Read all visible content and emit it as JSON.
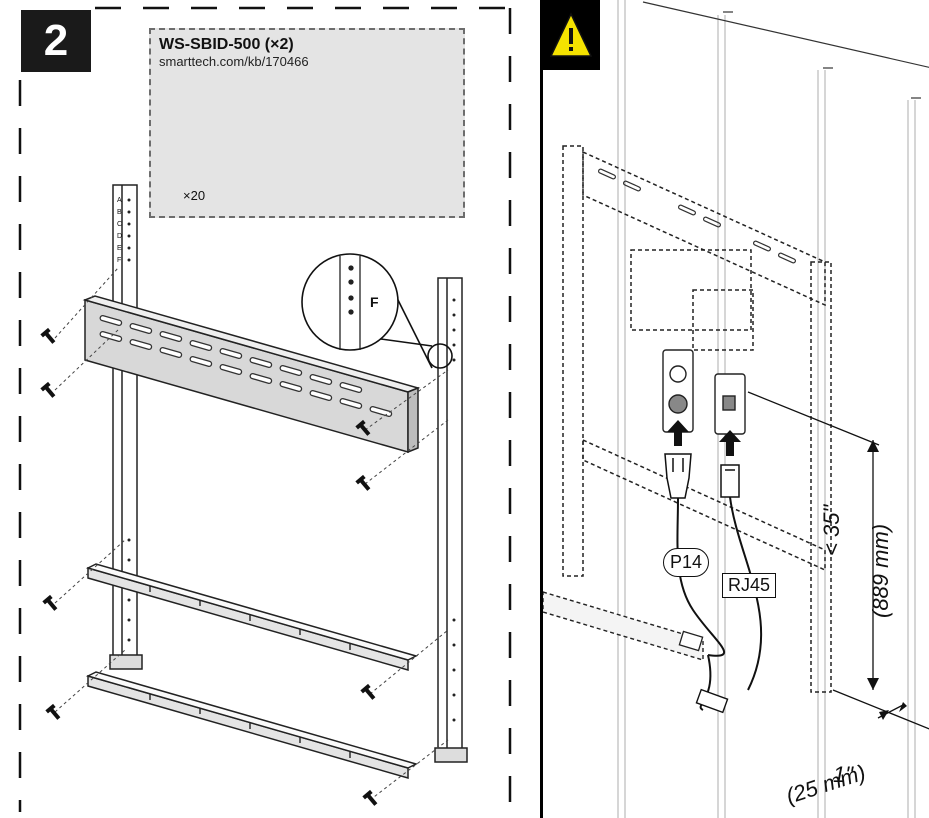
{
  "step": {
    "number": "2"
  },
  "kit": {
    "title": "WS-SBID-500 (×2)",
    "url": "smarttech.com/kb/170466",
    "screw_count": "×20"
  },
  "warning": {
    "icon": "warning-icon",
    "color": "#f5e200"
  },
  "labels": {
    "rail_marker": "F",
    "power_cable": "P14",
    "network_cable": "RJ45",
    "height_imperial": "< 35\"",
    "height_metric": "(889 mm)",
    "gap_imperial": "1\"",
    "gap_metric": "(25 mm)"
  },
  "rail_letters": [
    "A",
    "B",
    "C",
    "D",
    "E",
    "F"
  ]
}
